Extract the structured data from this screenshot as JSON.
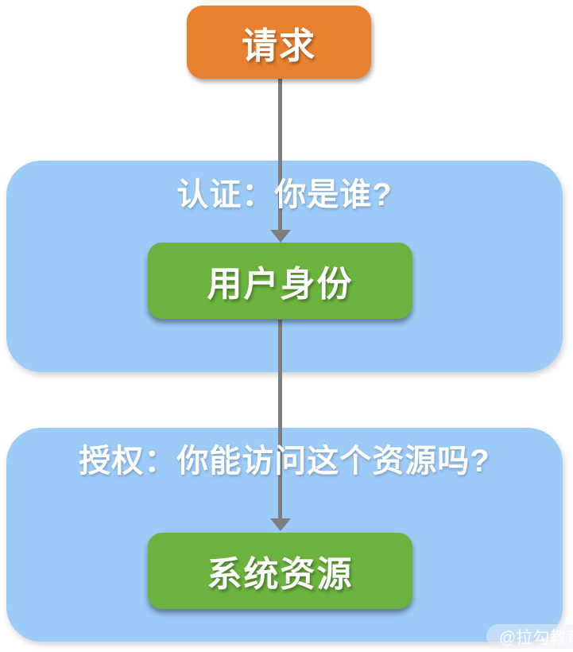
{
  "colors": {
    "orange": "#E8812E",
    "panel_blue": "#9CCBF7",
    "green": "#6BB23E",
    "arrow_gray": "#7E7E7E",
    "label_text": "#FFFFFF"
  },
  "flow": {
    "request_label": "请求",
    "sections": [
      {
        "title": "认证：你是谁?",
        "node_label": "用户身份"
      },
      {
        "title": "授权：你能访问这个资源吗?",
        "node_label": "系统资源"
      }
    ]
  },
  "watermark": {
    "text": "@拉勾教育"
  }
}
